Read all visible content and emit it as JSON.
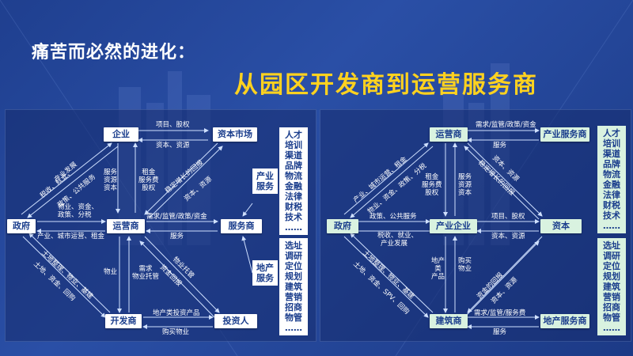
{
  "title_line1": "痛苦而必然的进化：",
  "title_line2": "从园区开发商到运营服务商",
  "left": {
    "nodes": {
      "enterprise": "企业",
      "capital_market": "资本市场",
      "government": "政府",
      "operator": "运营商",
      "service_provider": "服务商",
      "developer": "开发商",
      "investor": "投资人"
    },
    "side_top_cat": "产业服务",
    "side_top_list": [
      "人才",
      "培训",
      "渠道",
      "品牌",
      "物流",
      "金融",
      "法律",
      "财税",
      "技术",
      "……"
    ],
    "side_bottom_cat": "地产服务",
    "side_bottom_list": [
      "选址",
      "调研",
      "定位",
      "规划",
      "建筑",
      "营销",
      "招商",
      "物管",
      "……"
    ],
    "labels": {
      "ent_cap_top": "项目、股权",
      "ent_cap_bot": "资本、资源",
      "gov_ent_a": "产业发展",
      "gov_ent_b": "税收、就业、",
      "gov_ent_c": "政策、公共服务",
      "ent_op_left": "服务\n资源\n资本",
      "ent_op_right": "租金\n服务费\n股权",
      "cap_op_a": "稳定增长的回报",
      "cap_op_b": "资本、资源",
      "gov_op_a": "物业、资金、",
      "gov_op_b": "政策、分税",
      "gov_op_c": "产业、城市运营、租金",
      "op_sp_top": "需求/监管/政策/资金",
      "op_sp_bot": "服务",
      "gov_dev_a": "土地整理、物业、基建",
      "gov_dev_b": "土地、资金、回购",
      "op_dev_left": "物业",
      "op_dev_right": "需求\n物业托管",
      "op_inv_a": "物业托管",
      "op_inv_b": "资金回报",
      "dev_inv_top": "地产类投资产品",
      "dev_inv_bot": "购买物业"
    }
  },
  "right": {
    "nodes": {
      "operator": "运营商",
      "industry_sp": "产业服务商",
      "government": "政府",
      "industry_ent": "产业企业",
      "capital": "资本",
      "builder": "建筑商",
      "property_sp": "地产服务商"
    },
    "side_top_list": [
      "人才",
      "培训",
      "渠道",
      "品牌",
      "物流",
      "金融",
      "法律",
      "财税",
      "技术",
      "……"
    ],
    "side_bottom_list": [
      "选址",
      "调研",
      "定位",
      "规划",
      "建筑",
      "营销",
      "招商",
      "物管",
      "……"
    ],
    "labels": {
      "op_isp_top": "需求/监管/政策/资金",
      "op_isp_bot": "服务",
      "gov_op_a": "产业、城市运营、租金",
      "gov_op_b": "物业、资金、政策、分税",
      "op_ie_left": "租金\n服务费\n股权",
      "op_ie_right": "服务\n资源\n资本",
      "cap_op_a": "稳定增长的回报",
      "cap_op_b": "资本、资源",
      "gov_ie_top": "政策、公共服务",
      "gov_ie_a": "税收、就业、",
      "gov_ie_b": "产业发展",
      "ie_cap_top": "项目、股权",
      "ie_cap_bot": "资本、资源",
      "gov_b_a": "土地整理、物业、基建",
      "gov_b_b": "土地、资金、SPV、回购",
      "ie_b_left": "地产\n类\n产品",
      "ie_b_right": "购买\n物业",
      "cap_b_a": "资金的回报",
      "cap_b_b": "资本、资源",
      "b_psp_top": "需求/监管/服务费",
      "b_psp_bot": "服务"
    }
  }
}
